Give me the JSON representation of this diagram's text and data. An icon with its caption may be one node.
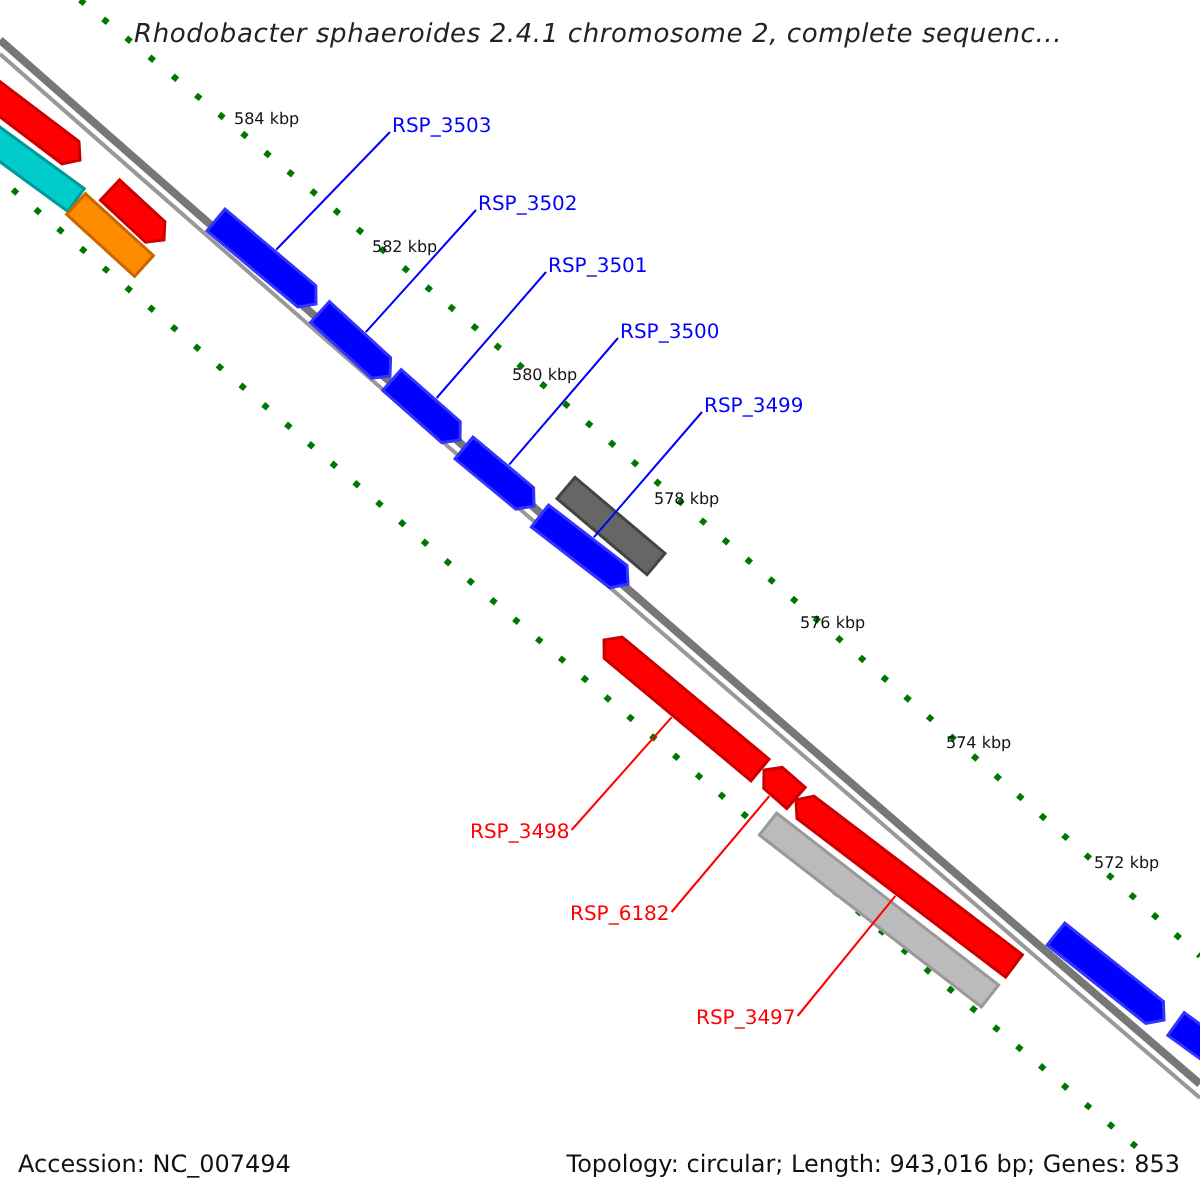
{
  "diagram": {
    "title": "Rhodobacter sphaeroides 2.4.1 chromosome 2, complete sequenc...",
    "nodes": [
      {
        "text": [
          "RSP_3503"
        ]
      },
      {
        "text": [
          "RSP_3502"
        ]
      },
      {
        "text": [
          "RSP_3501"
        ]
      },
      {
        "text": [
          "RSP_3500"
        ]
      },
      {
        "text": [
          "RSP_3499"
        ]
      },
      {
        "text": [
          "RSP_3498"
        ]
      },
      {
        "text": [
          "RSP_6182"
        ]
      },
      {
        "text": [
          "RSP_3497"
        ]
      },
      {
        "text": [],
        "shape": "bar"
      },
      {
        "text": [],
        "shape": "bar"
      },
      {
        "text": [],
        "shape": "bar"
      },
      {
        "text": [],
        "shape": "bar"
      },
      {
        "text": [],
        "shape": "bar"
      },
      {
        "text": [],
        "shape": "bar"
      },
      {
        "text": [],
        "shape": "bar"
      },
      {
        "text": [],
        "shape": "bar"
      },
      {
        "text": [],
        "shape": "bar"
      },
      {
        "text": [],
        "shape": "bar"
      },
      {
        "text": [],
        "shape": "bar"
      },
      {
        "text": [],
        "shape": "bar"
      },
      {
        "text": [],
        "shape": "bar"
      },
      {
        "text": [],
        "shape": "bar"
      },
      {
        "text": [],
        "shape": "bar"
      },
      {
        "text": [],
        "shape": "bar"
      }
    ],
    "edges": [
      {
        "from": 0,
        "to": 12,
        "arrow": "none"
      },
      {
        "from": 1,
        "to": 13,
        "arrow": "none"
      },
      {
        "from": 2,
        "to": 14,
        "arrow": "none"
      },
      {
        "from": 3,
        "to": 15,
        "arrow": "none"
      },
      {
        "from": 4,
        "to": 16,
        "arrow": "none"
      },
      {
        "from": 5,
        "to": 18,
        "arrow": "none",
        "color": "#ff0000"
      },
      {
        "from": 6,
        "to": 19,
        "arrow": "none",
        "color": "#ff0000"
      },
      {
        "from": 7,
        "to": 20,
        "arrow": "none",
        "color": "#ff0000"
      }
    ],
    "labels": [
      "584 kbp",
      "582 kbp",
      "580 kbp",
      "578 kbp",
      "576 kbp",
      "574 kbp",
      "572 kbp",
      "Accession: NC_007494",
      "Topology: circular; Length: 943,016 bp; Genes: 853"
    ]
  }
}
